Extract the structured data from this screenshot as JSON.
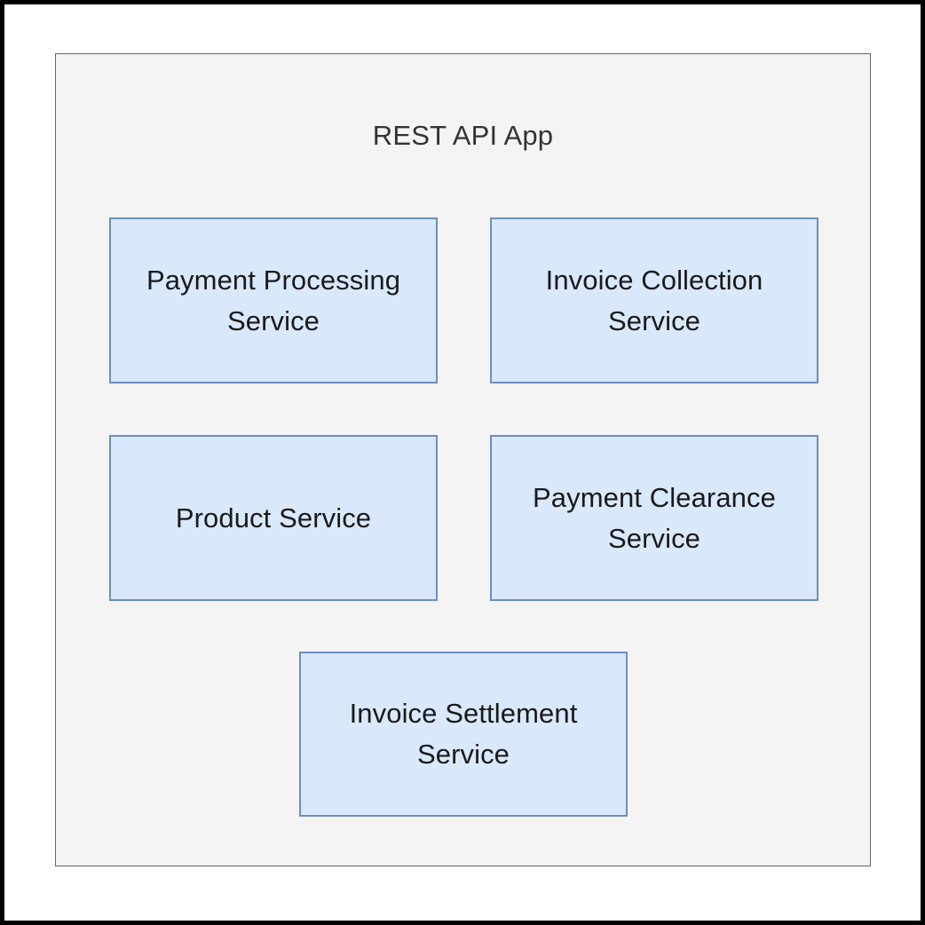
{
  "diagram": {
    "type": "block-diagram",
    "container": {
      "title": "REST API App",
      "background_color": "#f4f4f4",
      "border_color": "#666666"
    },
    "frame": {
      "border_color": "#000000",
      "background_color": "#ffffff"
    },
    "node_style": {
      "fill_color": "#dae8fc",
      "stroke_color": "#6c8ebf",
      "text_color": "#1a1a1a"
    },
    "nodes": [
      {
        "id": "payment-processing-service",
        "label": "Payment Processing Service",
        "row": 1,
        "column": "left"
      },
      {
        "id": "invoice-collection-service",
        "label": "Invoice Collection Service",
        "row": 1,
        "column": "right"
      },
      {
        "id": "product-service",
        "label": "Product Service",
        "row": 2,
        "column": "left"
      },
      {
        "id": "payment-clearance-service",
        "label": "Payment Clearance Service",
        "row": 2,
        "column": "right"
      },
      {
        "id": "invoice-settlement-service",
        "label": "Invoice Settlement Service",
        "row": 3,
        "column": "center"
      }
    ],
    "connectors": []
  }
}
